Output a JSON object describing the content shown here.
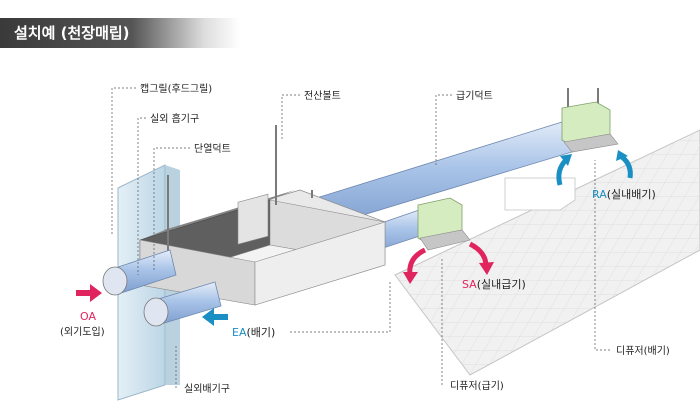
{
  "title": "설치예 (천장매립)",
  "labels": {
    "cap_grille": "캡그릴(후드그릴)",
    "outdoor_intake": "실외 흡기구",
    "insulated_duct": "단열덕트",
    "hanger_bolt": "전산볼트",
    "supply_duct": "급기덕트",
    "outdoor_exhaust": "실외배기구",
    "diffuser_supply": "디퓨저(급기)",
    "diffuser_exhaust": "디퓨저(배기)"
  },
  "airflows": {
    "oa": {
      "code": "OA",
      "desc": "(외기도입)"
    },
    "ea": {
      "code": "EA",
      "desc": "(배기)"
    },
    "sa": {
      "code": "SA",
      "desc": "(실내급기)"
    },
    "ra": {
      "code": "RA",
      "desc": "(실내배기)"
    }
  },
  "colors": {
    "title_bar": "#4a4a4a",
    "arrow_red": "#e0245e",
    "arrow_blue": "#1a8fc4",
    "duct": "#a9c4e8",
    "diffuser": "#d5ecc0",
    "ceiling": "#f2f2f2",
    "wall": "#cfe3ee"
  }
}
